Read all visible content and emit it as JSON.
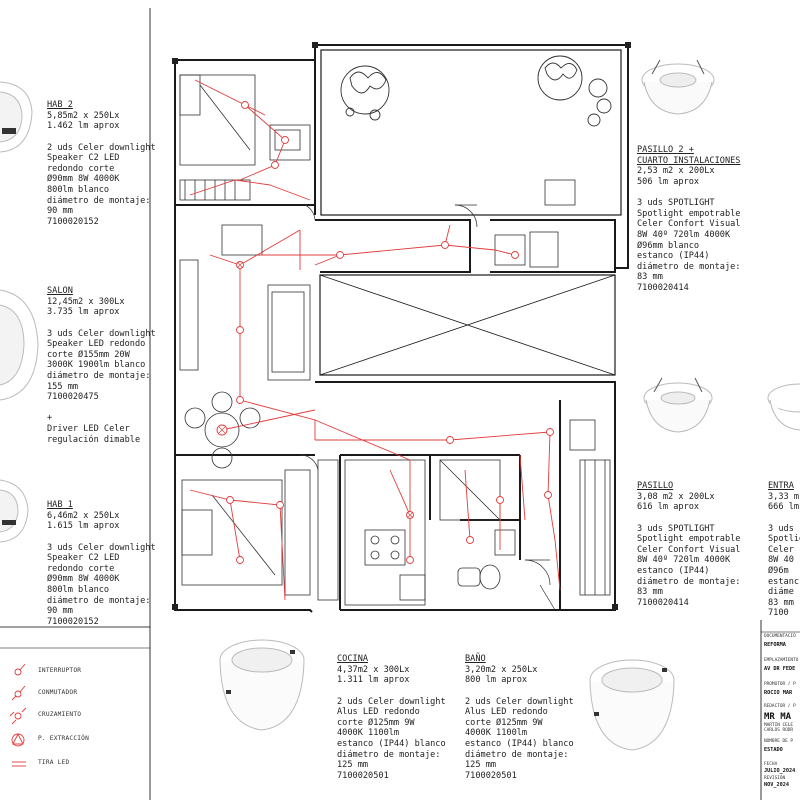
{
  "rooms": {
    "hab2": [
      "HAB 2",
      "5,85m2 x 250Lx",
      "1.462 lm aprox",
      "",
      "2 uds Celer downlight",
      "Speaker C2 LED",
      "redondo corte",
      "Ø90mm 8W 4000K",
      "800lm blanco",
      "diámetro de montaje:",
      "90 mm",
      "7100020152"
    ],
    "salon": [
      "SALON",
      "12,45m2 x 300Lx",
      "3.735 lm aprox",
      "",
      "3 uds Celer downlight",
      "Speaker LED redondo",
      "corte Ø155mm 20W",
      "3000K 1900lm blanco",
      "diámetro de montaje:",
      "155 mm",
      "7100020475",
      "",
      "+",
      "Driver LED Celer",
      "regulación dimable"
    ],
    "hab1": [
      "HAB 1",
      "6,46m2 x 250Lx",
      "1.615 lm aprox",
      "",
      "3 uds Celer downlight",
      "Speaker C2 LED",
      "redondo corte",
      "Ø90mm 8W 4000K",
      "800lm blanco",
      "diámetro de montaje:",
      "90 mm",
      "7100020152"
    ],
    "pasillo2": [
      "PASILLO 2 +",
      "CUARTO INSTALACIONES",
      "2,53 m2 x 200Lx",
      "506 lm aprox",
      "",
      "3 uds SPOTLIGHT",
      "Spotlight empotrable",
      "Celer Confort Visual",
      "8W 40º 720lm 4000K",
      "Ø96mm blanco",
      "estanco (IP44)",
      "diámetro de montaje:",
      "83 mm",
      "7100020414"
    ],
    "pasillo": [
      "PASILLO",
      "3,08 m2 x 200Lx",
      "616 lm aprox",
      "",
      "3 uds SPOTLIGHT",
      "Spotlight empotrable",
      "Celer Confort Visual",
      "8W 40º 720lm 4000K",
      "estanco (IP44)",
      "diámetro de montaje:",
      "83 mm",
      "7100020414"
    ],
    "entrada": [
      "ENTRA",
      "3,33 m",
      "666 lm",
      "",
      "3 uds",
      "Spotlig",
      "Celer",
      "8W 40",
      "Ø96m",
      "estanc",
      "diáme",
      "83 mm",
      "7100"
    ],
    "cocina": [
      "COCINA",
      "4,37m2 x 300Lx",
      "1.311 lm aprox",
      "",
      "2 uds Celer downlight",
      "Alus LED redondo",
      "corte Ø125mm 9W",
      "4000K 1100lm",
      "estanco (IP44) blanco",
      "diámetro de montaje:",
      "125 mm",
      "7100020501"
    ],
    "bano": [
      "BAÑO",
      "3,20m2 x 250Lx",
      "800 lm aprox",
      "",
      "2 uds Celer downlight",
      "Alus LED redondo",
      "corte Ø125mm 9W",
      "4000K 1100lm",
      "estanco (IP44) blanco",
      "diámetro de montaje:",
      "125 mm",
      "7100020501"
    ]
  },
  "legend": [
    "INTERRUPTOR",
    "CONMUTADOR",
    "CRUZAMIENTO",
    "P. EXTRACCIÓN",
    "TIRA LED"
  ],
  "cartouche": {
    "lines": [
      "DOCUMENTACIÓ",
      "REFORMA",
      "EMPLAZAMIENTO",
      "AV DR FEDE",
      "PROMOTOR / P",
      "ROCIO MAR",
      "REDACTOR / P",
      "MR MA",
      "MARTIN CELE",
      "CARLOS RODR",
      "NOMBRE DE P",
      "ESTADO",
      "FECHA",
      "JULIO_2024",
      "REVISIÓN",
      "NOV_2024"
    ]
  },
  "colors": {
    "wiring": "#e23c3c",
    "walls": "#1a1a1a",
    "text": "#222222"
  }
}
